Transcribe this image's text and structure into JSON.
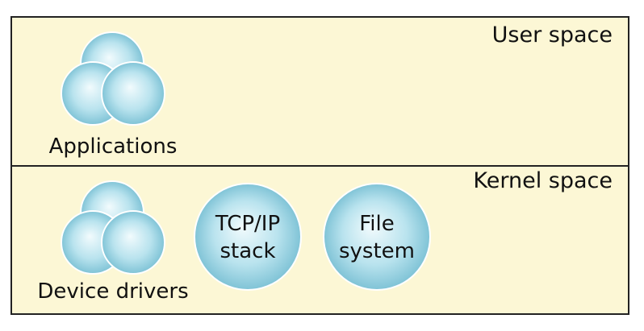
{
  "regions": {
    "user": {
      "label": "User space"
    },
    "kernel": {
      "label": "Kernel space"
    }
  },
  "nodes": {
    "applications": {
      "label": "Applications"
    },
    "device_drivers": {
      "label": "Device drivers"
    },
    "tcp_ip": {
      "line1": "TCP/IP",
      "line2": "stack"
    },
    "file_system": {
      "line1": "File",
      "line2": "system"
    }
  },
  "colors": {
    "background": "#fcf7d5",
    "border": "#222222",
    "bubble_light": "#f2fbfd",
    "bubble_mid": "#b9e3ee",
    "bubble_dark": "#7fc3d6"
  }
}
